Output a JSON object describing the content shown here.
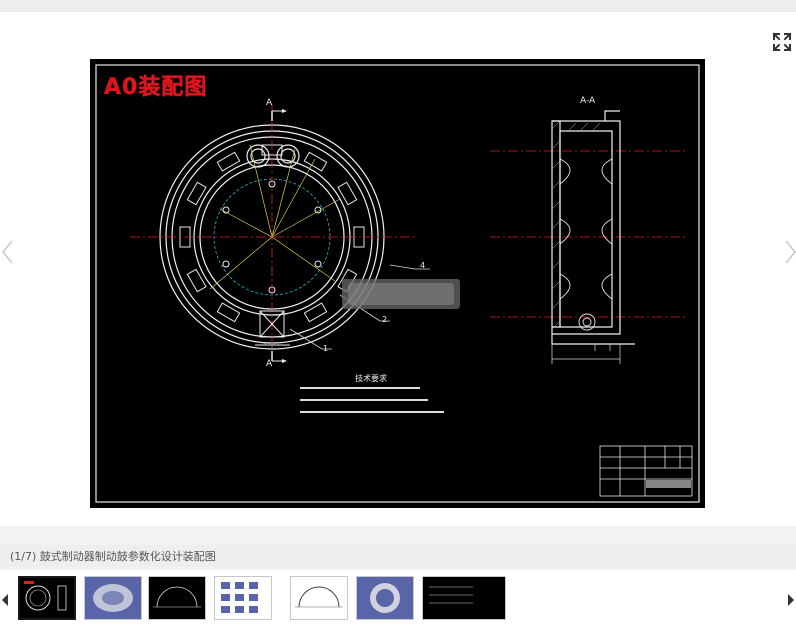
{
  "viewer": {
    "drawing_title": "A0装配图",
    "section_label_top": "A",
    "section_label_bottom": "A",
    "section_view_label": "A-A",
    "callout_1": "1",
    "callout_2": "2",
    "callout_4": "4",
    "notes_heading": "技术要求",
    "fullscreen_icon": "expand-icon",
    "prev_icon": "chevron-left-icon",
    "next_icon": "chevron-right-icon"
  },
  "caption": {
    "text": "(1/7) 鼓式制动器制动鼓参数化设计装配图"
  },
  "thumbnails": [
    {
      "kind": "drawing-black",
      "active": true
    },
    {
      "kind": "render-blue"
    },
    {
      "kind": "drawing-black"
    },
    {
      "kind": "parts-grid"
    },
    {
      "kind": "drawing-white"
    },
    {
      "kind": "render-ring"
    },
    {
      "kind": "drawing-black-table"
    }
  ],
  "colors": {
    "title_red": "#e0141e",
    "page_bg": "#f2f2f2",
    "drawing_bg": "#000000"
  }
}
